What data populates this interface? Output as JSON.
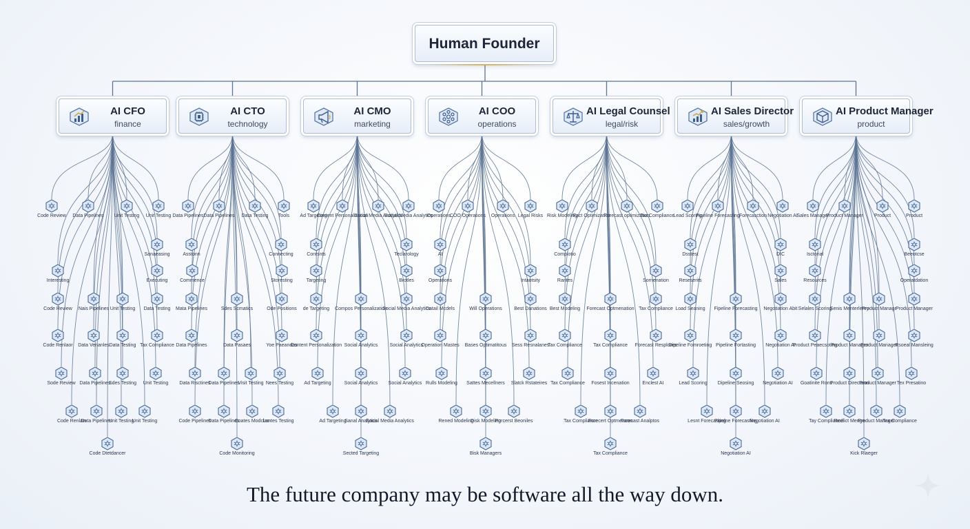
{
  "founder": {
    "title": "Human Founder"
  },
  "executives": [
    {
      "title": "AI CFO",
      "subtitle": "finance",
      "icon": "finance-chart-icon"
    },
    {
      "title": "AI CTO",
      "subtitle": "technology",
      "icon": "chip-icon"
    },
    {
      "title": "AI CMO",
      "subtitle": "marketing",
      "icon": "megaphone-icon"
    },
    {
      "title": "AI COO",
      "subtitle": "operations",
      "icon": "network-nodes-icon"
    },
    {
      "title": "AI Legal Counsel",
      "subtitle": "legal/risk",
      "icon": "balance-scale-icon"
    },
    {
      "title": "AI Sales Director",
      "subtitle": "sales/growth",
      "icon": "growth-chart-icon"
    },
    {
      "title": "AI Product Manager",
      "subtitle": "product",
      "icon": "cube-icon"
    }
  ],
  "agents": [
    {
      "label": "Code Review",
      "parent": 0,
      "row": 1,
      "col": 75
    },
    {
      "label": "Data Pipelines",
      "parent": 0,
      "row": 1,
      "col": 128
    },
    {
      "label": "Unit Testing",
      "parent": 0,
      "row": 1,
      "col": 184
    },
    {
      "label": "Unit Testing",
      "parent": 0,
      "row": 1,
      "col": 230
    },
    {
      "label": "Data Pipelines",
      "parent": 1,
      "row": 1,
      "col": 273
    },
    {
      "label": "Data Pipelines",
      "parent": 1,
      "row": 1,
      "col": 318
    },
    {
      "label": "Data Testing",
      "parent": 1,
      "row": 1,
      "col": 370
    },
    {
      "label": "Tools",
      "parent": 1,
      "row": 1,
      "col": 412
    },
    {
      "label": "Ad Targeting",
      "parent": 2,
      "row": 1,
      "col": 455
    },
    {
      "label": "Content Personalization",
      "parent": 2,
      "row": 1,
      "col": 497
    },
    {
      "label": "Social Media Analytics",
      "parent": 2,
      "row": 1,
      "col": 549
    },
    {
      "label": "Social Media Analytics",
      "parent": 2,
      "row": 1,
      "col": 593
    },
    {
      "label": "Operations",
      "parent": 3,
      "row": 1,
      "col": 637
    },
    {
      "label": "COO Operations",
      "parent": 3,
      "row": 1,
      "col": 679
    },
    {
      "label": "Operations",
      "parent": 3,
      "row": 1,
      "col": 730
    },
    {
      "label": "Legal Risks",
      "parent": 3,
      "row": 1,
      "col": 770
    },
    {
      "label": "Risk Modeling",
      "parent": 4,
      "row": 1,
      "col": 816
    },
    {
      "label": "Fact Optimization",
      "parent": 4,
      "row": 1,
      "col": 859
    },
    {
      "label": "Forecast optimization",
      "parent": 4,
      "row": 1,
      "col": 910
    },
    {
      "label": "Tax Compliance",
      "parent": 4,
      "row": 1,
      "col": 954
    },
    {
      "label": "Lead Scoring",
      "parent": 5,
      "row": 1,
      "col": 998
    },
    {
      "label": "Pipeline Forecasting",
      "parent": 5,
      "row": 1,
      "col": 1042
    },
    {
      "label": "Forecasction",
      "parent": 5,
      "row": 1,
      "col": 1093
    },
    {
      "label": "Negotiation AI",
      "parent": 5,
      "row": 1,
      "col": 1136
    },
    {
      "label": "Sales Manager",
      "parent": 6,
      "row": 1,
      "col": 1180
    },
    {
      "label": "Product Manager",
      "parent": 6,
      "row": 1,
      "col": 1226
    },
    {
      "label": "Product",
      "parent": 6,
      "row": 1,
      "col": 1281
    },
    {
      "label": "Product",
      "parent": 6,
      "row": 1,
      "col": 1327
    },
    {
      "label": "Sanaeasing",
      "parent": 0,
      "row": 2,
      "col": 228
    },
    {
      "label": "Asstonn",
      "parent": 1,
      "row": 2,
      "col": 278
    },
    {
      "label": "Connecting",
      "parent": 1,
      "row": 2,
      "col": 408
    },
    {
      "label": "Contsnts",
      "parent": 2,
      "row": 2,
      "col": 459
    },
    {
      "label": "Teclarology",
      "parent": 2,
      "row": 2,
      "col": 590
    },
    {
      "label": "AI",
      "parent": 3,
      "row": 2,
      "col": 639
    },
    {
      "label": "Complotio",
      "parent": 4,
      "row": 2,
      "col": 820
    },
    {
      "label": "Dsstest",
      "parent": 5,
      "row": 2,
      "col": 1002
    },
    {
      "label": "DIC",
      "parent": 5,
      "row": 2,
      "col": 1133
    },
    {
      "label": "Isctorial",
      "parent": 6,
      "row": 2,
      "col": 1183
    },
    {
      "label": "Beeotcse",
      "parent": 6,
      "row": 2,
      "col": 1327
    },
    {
      "label": "Interesting",
      "parent": 0,
      "row": 3,
      "col": 84
    },
    {
      "label": "Executing",
      "parent": 0,
      "row": 3,
      "col": 228
    },
    {
      "label": "Commence",
      "parent": 1,
      "row": 3,
      "col": 279
    },
    {
      "label": "Storesting",
      "parent": 1,
      "row": 3,
      "col": 409
    },
    {
      "label": "Targeting",
      "parent": 2,
      "row": 3,
      "col": 459
    },
    {
      "label": "Brotles",
      "parent": 2,
      "row": 3,
      "col": 590
    },
    {
      "label": "Operations",
      "parent": 3,
      "row": 3,
      "col": 639
    },
    {
      "label": "Intaotsity",
      "parent": 3,
      "row": 3,
      "col": 770
    },
    {
      "label": "Rantes",
      "parent": 4,
      "row": 3,
      "col": 820
    },
    {
      "label": "Sornenation",
      "parent": 4,
      "row": 3,
      "col": 952
    },
    {
      "label": "Reseserits",
      "parent": 5,
      "row": 3,
      "col": 1002
    },
    {
      "label": "Sales",
      "parent": 5,
      "row": 3,
      "col": 1133
    },
    {
      "label": "Resources",
      "parent": 6,
      "row": 3,
      "col": 1183
    },
    {
      "label": "Operatdation",
      "parent": 6,
      "row": 3,
      "col": 1327
    },
    {
      "label": "Code Review",
      "parent": 0,
      "row": 4,
      "col": 84
    },
    {
      "label": "Nais Pipelines",
      "parent": 0,
      "row": 4,
      "col": 136
    },
    {
      "label": "Unit Testing",
      "parent": 0,
      "row": 4,
      "col": 178
    },
    {
      "label": "Data Testing",
      "parent": 0,
      "row": 4,
      "col": 228
    },
    {
      "label": "Mata Pipelines",
      "parent": 1,
      "row": 4,
      "col": 278
    },
    {
      "label": "Sdes Scmatics",
      "parent": 1,
      "row": 4,
      "col": 344
    },
    {
      "label": "Ode Positions",
      "parent": 1,
      "row": 4,
      "col": 409
    },
    {
      "label": "de Targeting",
      "parent": 2,
      "row": 4,
      "col": 459
    },
    {
      "label": "Compos Personalization",
      "parent": 2,
      "row": 4,
      "col": 524
    },
    {
      "label": "Social Media Analytics",
      "parent": 2,
      "row": 4,
      "col": 590
    },
    {
      "label": "Datail Mcdels",
      "parent": 3,
      "row": 4,
      "col": 639
    },
    {
      "label": "Will Operations",
      "parent": 3,
      "row": 4,
      "col": 705
    },
    {
      "label": "Best Danations",
      "parent": 3,
      "row": 4,
      "col": 770
    },
    {
      "label": "Best Modeling",
      "parent": 4,
      "row": 4,
      "col": 820
    },
    {
      "label": "Forecast Optmenation",
      "parent": 4,
      "row": 4,
      "col": 886
    },
    {
      "label": "Tax Compliance",
      "parent": 4,
      "row": 4,
      "col": 952
    },
    {
      "label": "Load Seaning",
      "parent": 5,
      "row": 4,
      "col": 1002
    },
    {
      "label": "Fipeline Forecasting",
      "parent": 5,
      "row": 4,
      "col": 1068
    },
    {
      "label": "Negotiation Abit",
      "parent": 5,
      "row": 4,
      "col": 1133
    },
    {
      "label": "Selales Scoring",
      "parent": 6,
      "row": 4,
      "col": 1183
    },
    {
      "label": "Senis Menterlerey",
      "parent": 6,
      "row": 4,
      "col": 1233
    },
    {
      "label": "Product Managr",
      "parent": 6,
      "row": 4,
      "col": 1276
    },
    {
      "label": "Product Manager",
      "parent": 6,
      "row": 4,
      "col": 1327
    },
    {
      "label": "Code Renlaor",
      "parent": 0,
      "row": 5,
      "col": 84
    },
    {
      "label": "Data Venanles",
      "parent": 0,
      "row": 5,
      "col": 136
    },
    {
      "label": "Data Testing",
      "parent": 0,
      "row": 5,
      "col": 178
    },
    {
      "label": "Tax Compliance",
      "parent": 0,
      "row": 5,
      "col": 228
    },
    {
      "label": "Data Pipelines",
      "parent": 1,
      "row": 5,
      "col": 278
    },
    {
      "label": "Data Pasaes",
      "parent": 1,
      "row": 5,
      "col": 344
    },
    {
      "label": "Yoe Paeandes",
      "parent": 1,
      "row": 5,
      "col": 409
    },
    {
      "label": "Content Personalization",
      "parent": 2,
      "row": 5,
      "col": 459
    },
    {
      "label": "Social Analytics",
      "parent": 2,
      "row": 5,
      "col": 524
    },
    {
      "label": "Social Analytics",
      "parent": 2,
      "row": 5,
      "col": 590
    },
    {
      "label": "Operation Mastes",
      "parent": 3,
      "row": 5,
      "col": 639
    },
    {
      "label": "Bases Optimatitous",
      "parent": 3,
      "row": 5,
      "col": 705
    },
    {
      "label": "Sess Resnalanes",
      "parent": 3,
      "row": 5,
      "col": 770
    },
    {
      "label": "Tax Compliance",
      "parent": 4,
      "row": 5,
      "col": 820
    },
    {
      "label": "Tax Compliance",
      "parent": 4,
      "row": 5,
      "col": 886
    },
    {
      "label": "Forecast Resplores",
      "parent": 4,
      "row": 5,
      "col": 952
    },
    {
      "label": "Dipeline Fomroeting",
      "parent": 5,
      "row": 5,
      "col": 1002
    },
    {
      "label": "Pipeline Fortasting",
      "parent": 5,
      "row": 5,
      "col": 1068
    },
    {
      "label": "Negotiation AI",
      "parent": 5,
      "row": 5,
      "col": 1133
    },
    {
      "label": "Product Peaecsoting",
      "parent": 6,
      "row": 5,
      "col": 1183
    },
    {
      "label": "Product Manager",
      "parent": 6,
      "row": 5,
      "col": 1233
    },
    {
      "label": "Product Manager",
      "parent": 6,
      "row": 5,
      "col": 1276
    },
    {
      "label": "Rsoeal Mansleing",
      "parent": 6,
      "row": 5,
      "col": 1327
    },
    {
      "label": "Sode Review",
      "parent": 0,
      "row": 6,
      "col": 89
    },
    {
      "label": "Data Pipelines",
      "parent": 0,
      "row": 6,
      "col": 138
    },
    {
      "label": "Sdes Testing",
      "parent": 0,
      "row": 6,
      "col": 178
    },
    {
      "label": "Unit Testing",
      "parent": 0,
      "row": 6,
      "col": 226
    },
    {
      "label": "Data Risctines",
      "parent": 1,
      "row": 6,
      "col": 283
    },
    {
      "label": "Data Pipelines",
      "parent": 1,
      "row": 6,
      "col": 325
    },
    {
      "label": "Visit Testing",
      "parent": 1,
      "row": 6,
      "col": 364
    },
    {
      "label": "Nees Testing",
      "parent": 1,
      "row": 6,
      "col": 406
    },
    {
      "label": "Ad Targeting",
      "parent": 2,
      "row": 6,
      "col": 461
    },
    {
      "label": "Social Analytics",
      "parent": 2,
      "row": 6,
      "col": 524
    },
    {
      "label": "Social Analytics",
      "parent": 2,
      "row": 6,
      "col": 588
    },
    {
      "label": "Rulls Modeling",
      "parent": 3,
      "row": 6,
      "col": 641
    },
    {
      "label": "Sattes Mecellners",
      "parent": 3,
      "row": 6,
      "col": 705
    },
    {
      "label": "Slatck Rstateires",
      "parent": 3,
      "row": 6,
      "col": 768
    },
    {
      "label": "Tax Compliance",
      "parent": 4,
      "row": 6,
      "col": 824
    },
    {
      "label": "Fosest Incenation",
      "parent": 4,
      "row": 6,
      "col": 886
    },
    {
      "label": "Enclest AI",
      "parent": 4,
      "row": 6,
      "col": 948
    },
    {
      "label": "Lead Scoring",
      "parent": 5,
      "row": 6,
      "col": 1006
    },
    {
      "label": "Dipeline Seosing",
      "parent": 5,
      "row": 6,
      "col": 1068
    },
    {
      "label": "Negotiation AI",
      "parent": 5,
      "row": 6,
      "col": 1129
    },
    {
      "label": "Goatinite Rons",
      "parent": 6,
      "row": 6,
      "col": 1185
    },
    {
      "label": "Product Directann",
      "parent": 6,
      "row": 6,
      "col": 1233
    },
    {
      "label": "Product Manager",
      "parent": 6,
      "row": 6,
      "col": 1274
    },
    {
      "label": "Tex Presatino",
      "parent": 6,
      "row": 6,
      "col": 1323
    },
    {
      "label": "Code Renlaw",
      "parent": 0,
      "row": 7,
      "col": 104
    },
    {
      "label": "Data Pipelines",
      "parent": 0,
      "row": 7,
      "col": 140
    },
    {
      "label": "Unit Testing",
      "parent": 0,
      "row": 7,
      "col": 176
    },
    {
      "label": "Unit Testing",
      "parent": 0,
      "row": 7,
      "col": 210
    },
    {
      "label": "Code Pipelines",
      "parent": 1,
      "row": 7,
      "col": 283
    },
    {
      "label": "Data Pipelines",
      "parent": 1,
      "row": 7,
      "col": 325
    },
    {
      "label": "Coates Modclao",
      "parent": 1,
      "row": 7,
      "col": 366
    },
    {
      "label": "Lontes Testing",
      "parent": 1,
      "row": 7,
      "col": 404
    },
    {
      "label": "Ad Targeting",
      "parent": 2,
      "row": 7,
      "col": 483
    },
    {
      "label": "Sanal Analytics",
      "parent": 2,
      "row": 7,
      "col": 524
    },
    {
      "label": "Social Media Analytics",
      "parent": 2,
      "row": 7,
      "col": 566
    },
    {
      "label": "Rened Modeling",
      "parent": 3,
      "row": 7,
      "col": 662
    },
    {
      "label": "Disk Modeling",
      "parent": 3,
      "row": 7,
      "col": 705
    },
    {
      "label": "Porcerst Beoniles",
      "parent": 3,
      "row": 7,
      "col": 746
    },
    {
      "label": "Tax Compliance",
      "parent": 4,
      "row": 7,
      "col": 843
    },
    {
      "label": "Forecert Optmeacon",
      "parent": 4,
      "row": 7,
      "col": 886
    },
    {
      "label": "Forecast Analptos",
      "parent": 4,
      "row": 7,
      "col": 929
    },
    {
      "label": "Lesnt Forecasting",
      "parent": 5,
      "row": 7,
      "col": 1026
    },
    {
      "label": "Pipelne Forecasting",
      "parent": 5,
      "row": 7,
      "col": 1068
    },
    {
      "label": "Negotiation AI",
      "parent": 5,
      "row": 7,
      "col": 1110
    },
    {
      "label": "Tay Compliance",
      "parent": 6,
      "row": 7,
      "col": 1199
    },
    {
      "label": "Redlict Menge",
      "parent": 6,
      "row": 7,
      "col": 1233
    },
    {
      "label": "Product Manager",
      "parent": 6,
      "row": 7,
      "col": 1272
    },
    {
      "label": "Tex Compliance",
      "parent": 6,
      "row": 7,
      "col": 1306
    },
    {
      "label": "Code Dtetdancer",
      "parent": 0,
      "row": 8,
      "col": 156
    },
    {
      "label": "Code Monitoring",
      "parent": 1,
      "row": 8,
      "col": 344
    },
    {
      "label": "Sected Targeting",
      "parent": 2,
      "row": 8,
      "col": 524
    },
    {
      "label": "Bisk Managers",
      "parent": 3,
      "row": 8,
      "col": 705
    },
    {
      "label": "Tax Compliance",
      "parent": 4,
      "row": 8,
      "col": 886
    },
    {
      "label": "Negotiation AI",
      "parent": 5,
      "row": 8,
      "col": 1068
    },
    {
      "label": "Kick Rlaeger",
      "parent": 6,
      "row": 8,
      "col": 1254
    }
  ],
  "tagline": "The future company may be software all the way down.",
  "colors": {
    "connector": "#5c7392",
    "accent_line": "#d4b35a",
    "icon_stroke": "#3c5c8c",
    "hex_fill": "#dde8f6"
  }
}
